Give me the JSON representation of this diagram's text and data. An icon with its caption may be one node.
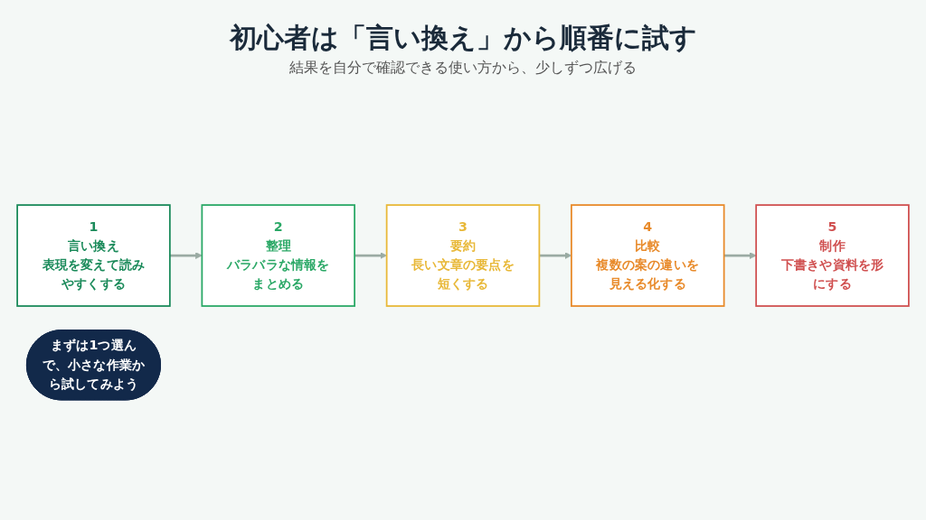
{
  "diagram": {
    "title": "初心者は「言い換え」から順番に試す",
    "nodes": [
      {
        "text": [
          "1",
          "言い換え",
          "表現を変えて読みやすくする"
        ]
      },
      {
        "text": [
          "2",
          "整理",
          "バラバラな情報をまとめる"
        ]
      },
      {
        "text": [
          "3",
          "要約",
          "長い文章の要点を短くする"
        ]
      },
      {
        "text": [
          "4",
          "比較",
          "複数の案の違いを見える化する"
        ]
      },
      {
        "text": [
          "5",
          "制作",
          "下書きや資料を形にする"
        ]
      },
      {
        "text": [
          "まずは1つ選んで、小さな作業から試してみよう"
        ]
      }
    ],
    "edges": [
      {
        "from": 0,
        "to": 1,
        "arrow": "to"
      },
      {
        "from": 1,
        "to": 2,
        "arrow": "to"
      },
      {
        "from": 2,
        "to": 3,
        "arrow": "to"
      },
      {
        "from": 3,
        "to": 4,
        "arrow": "to"
      }
    ],
    "labels": [
      "結果を自分で確認できる使い方から、少しずつ広げる"
    ]
  }
}
